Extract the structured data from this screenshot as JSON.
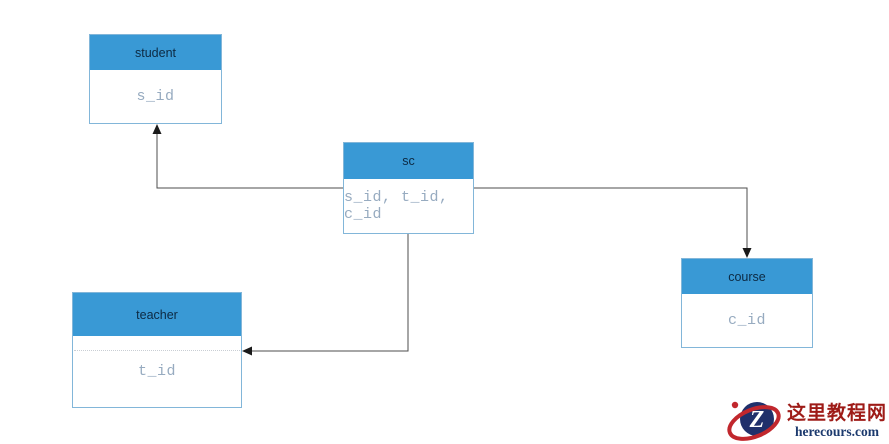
{
  "diagram": {
    "entities": [
      {
        "name": "student",
        "attributes": "s_id"
      },
      {
        "name": "sc",
        "attributes": "s_id, t_id, c_id"
      },
      {
        "name": "teacher",
        "attributes": "t_id"
      },
      {
        "name": "course",
        "attributes": "c_id"
      }
    ],
    "relations": [
      {
        "from": "sc",
        "to": "student"
      },
      {
        "from": "sc",
        "to": "course"
      },
      {
        "from": "sc",
        "to": "teacher"
      }
    ],
    "colors": {
      "header_fill": "#3999d5",
      "header_text": "#0d2a43",
      "box_border": "#82b6d9",
      "attribute_text": "#97abc0",
      "connector_line": "#4d4d4d",
      "arrowhead": "#1a1a1a"
    }
  },
  "watermark": {
    "site_name": "这里教程网",
    "site_domain": "herecours.com",
    "logo_letter": "Z",
    "colors": {
      "site_name_text": "#9e1b17",
      "site_domain_text": "#1c3a6e",
      "logo_ring": "#c1272d",
      "logo_circle": "#20306b"
    }
  }
}
